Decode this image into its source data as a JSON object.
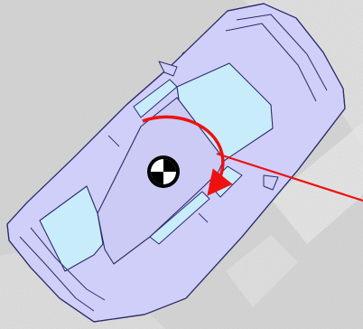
{
  "scene": {
    "subject": "car-top-view",
    "marker": "center-of-gravity-marker",
    "rotation_indicator": "yaw-arrow",
    "pointer": "red-leader-line"
  },
  "colors": {
    "ground": "#d6d6d6",
    "ground_light": "#ececec",
    "road_stripe": "#efefef",
    "car_body": "#cfcff9",
    "car_roof": "#cbcbf5",
    "glass": "#c9ecfb",
    "outline": "#2c2c6c",
    "tire_dark": "#2b2b2b",
    "tire_tread": "#777777",
    "accent_red": "#ee1111",
    "cg_black": "#000000",
    "cg_white": "#ffffff"
  }
}
